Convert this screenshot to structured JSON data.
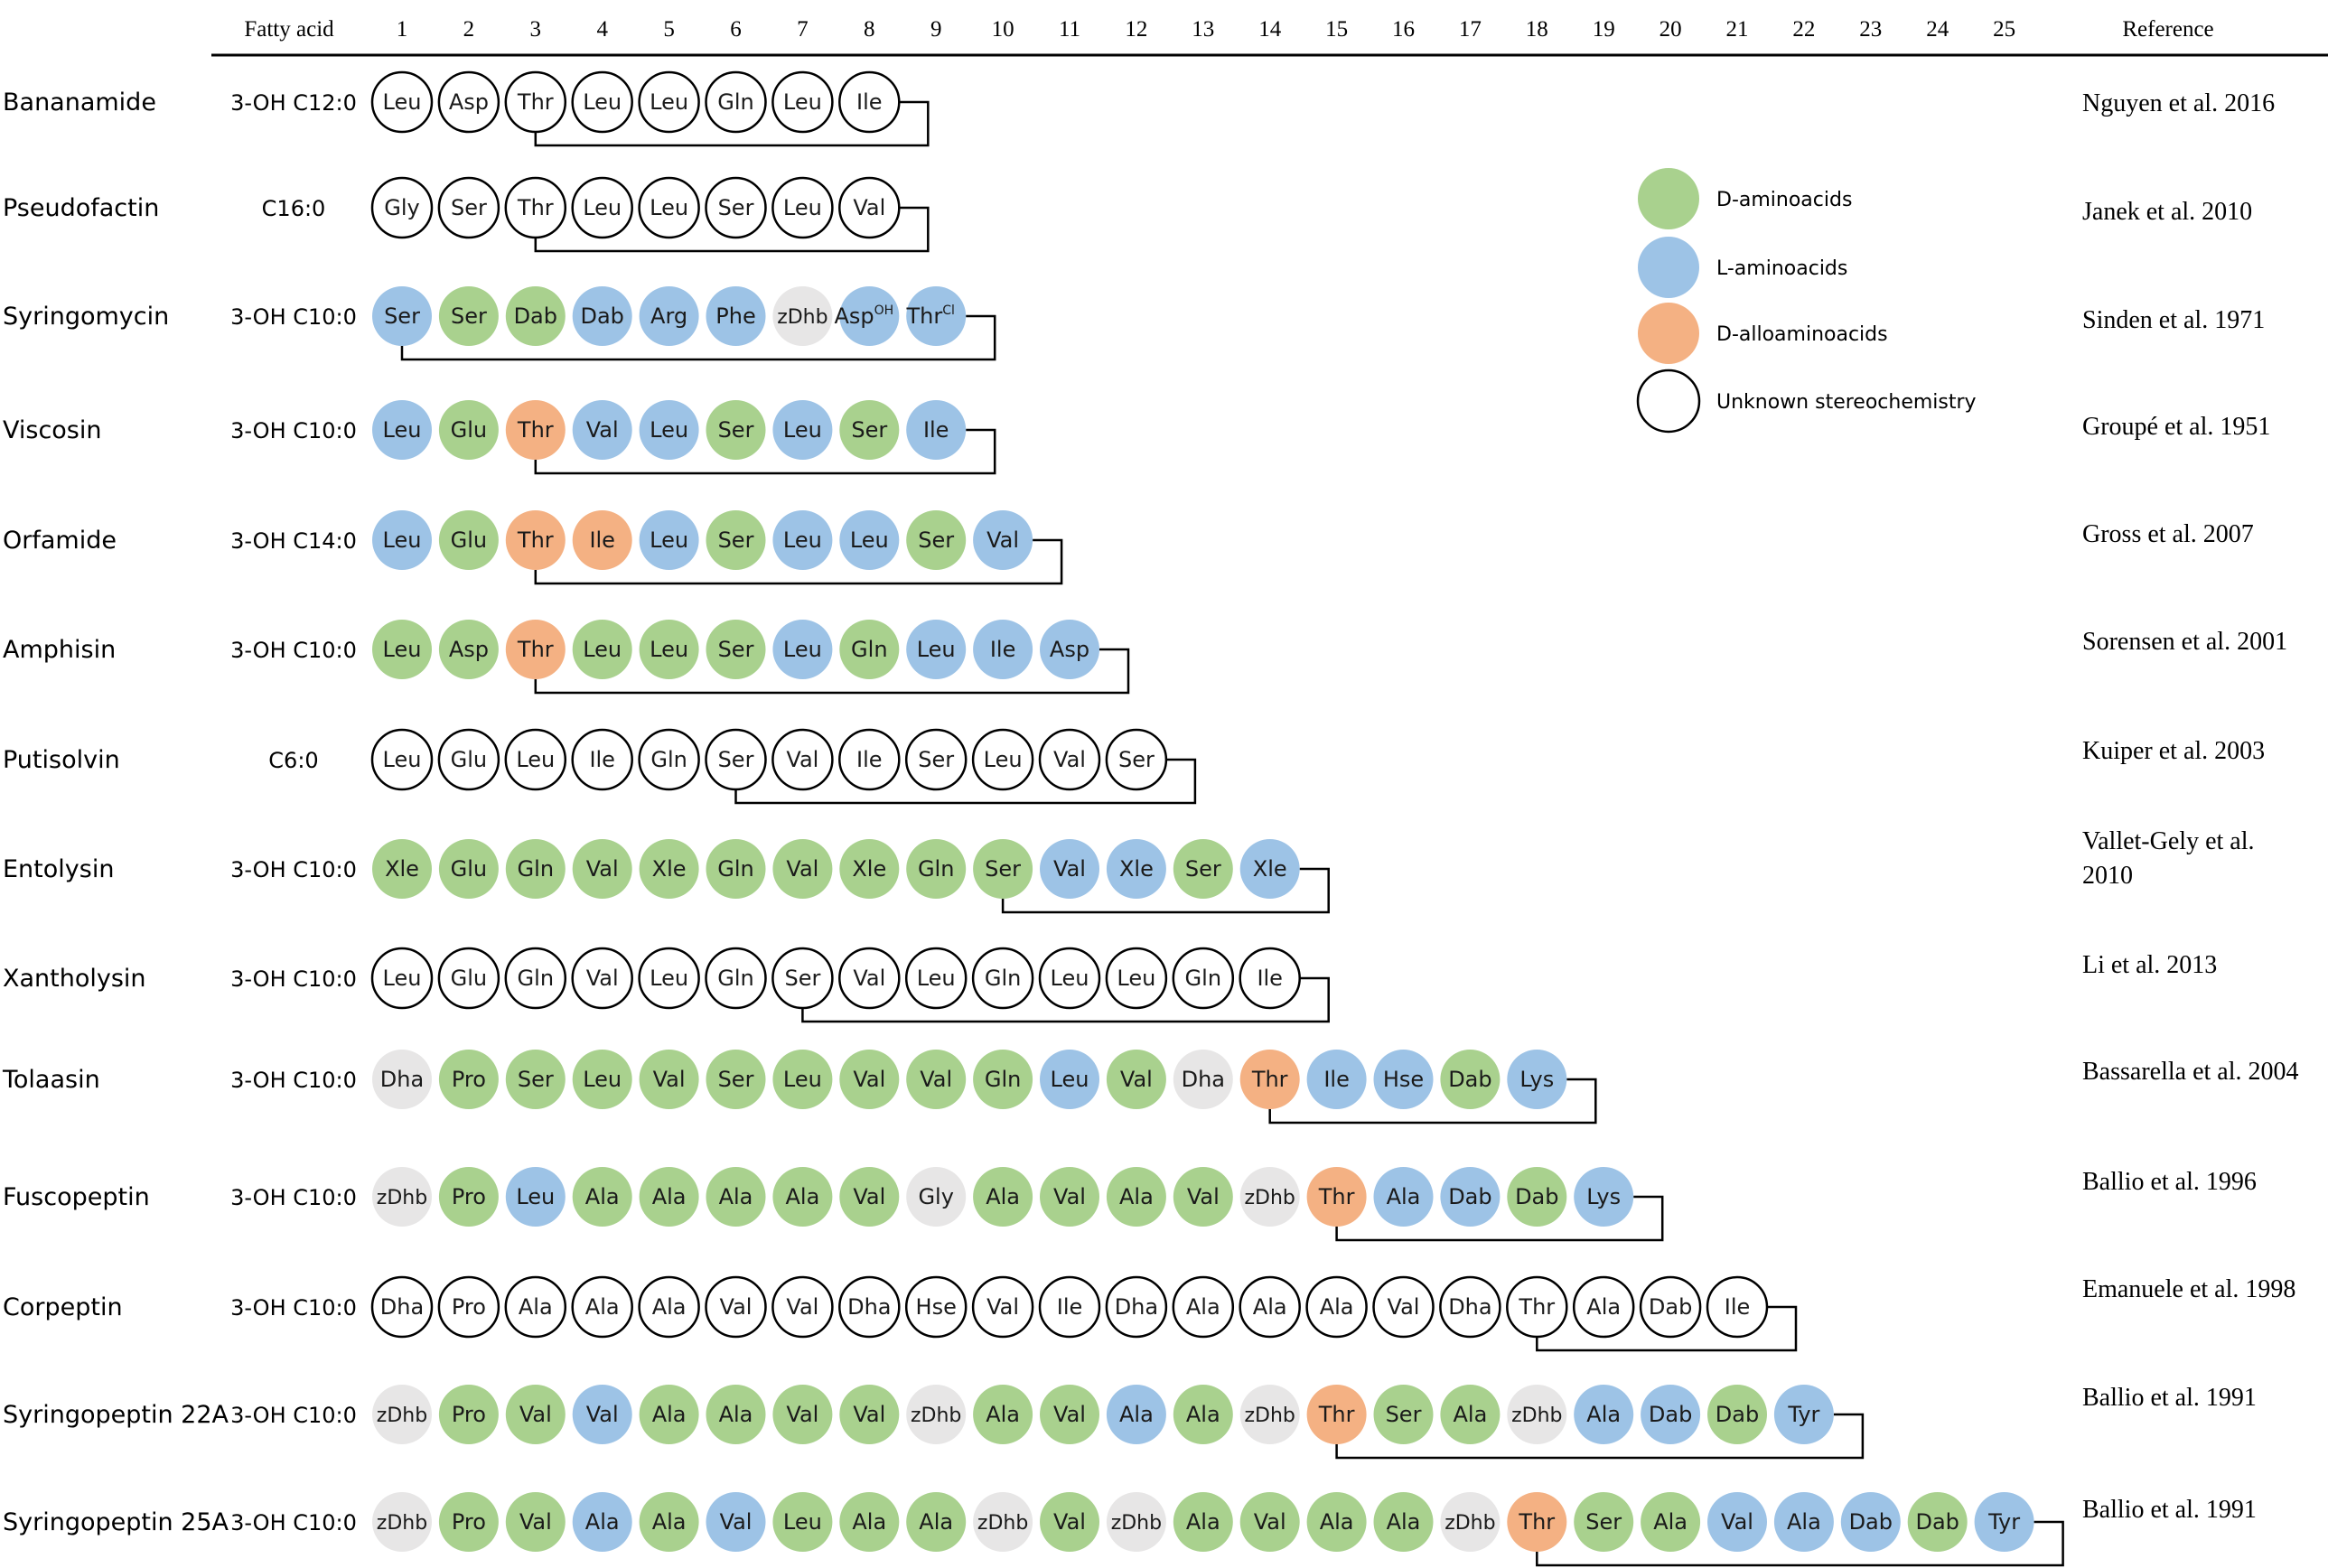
{
  "header": {
    "fatty_acid_label": "Fatty acid",
    "positions": [
      "1",
      "2",
      "3",
      "4",
      "5",
      "6",
      "7",
      "8",
      "9",
      "10",
      "11",
      "12",
      "13",
      "14",
      "15",
      "16",
      "17",
      "18",
      "19",
      "20",
      "21",
      "22",
      "23",
      "24",
      "25"
    ],
    "reference_label": "Reference"
  },
  "colors": {
    "D": "#a9d18e",
    "L": "#9dc3e6",
    "A": "#f4b183",
    "X": "#e7e6e6",
    "U": "#ffffff"
  },
  "legend": [
    {
      "key": "D",
      "label": "D-aminoacids"
    },
    {
      "key": "L",
      "label": "L-aminoacids"
    },
    {
      "key": "A",
      "label": "D-alloaminoacids"
    },
    {
      "key": "U",
      "label": "Unknown stereochemistry"
    }
  ],
  "rows": [
    {
      "name": "Bananamide",
      "fatty_acid": "3-OH C12:0",
      "reference": [
        "Nguyen et al. 2016"
      ],
      "ring_start": 3,
      "residues": [
        [
          "Leu",
          "U"
        ],
        [
          "Asp",
          "U"
        ],
        [
          "Thr",
          "U"
        ],
        [
          "Leu",
          "U"
        ],
        [
          "Leu",
          "U"
        ],
        [
          "Gln",
          "U"
        ],
        [
          "Leu",
          "U"
        ],
        [
          "Ile",
          "U"
        ]
      ]
    },
    {
      "name": "Pseudofactin",
      "fatty_acid": "C16:0",
      "reference": [
        "Janek et al. 2010"
      ],
      "ring_start": 3,
      "residues": [
        [
          "Gly",
          "U"
        ],
        [
          "Ser",
          "U"
        ],
        [
          "Thr",
          "U"
        ],
        [
          "Leu",
          "U"
        ],
        [
          "Leu",
          "U"
        ],
        [
          "Ser",
          "U"
        ],
        [
          "Leu",
          "U"
        ],
        [
          "Val",
          "U"
        ]
      ]
    },
    {
      "name": "Syringomycin",
      "fatty_acid": "3-OH C10:0",
      "reference": [
        "Sinden et al. 1971"
      ],
      "ring_start": 1,
      "residues": [
        [
          "Ser",
          "L"
        ],
        [
          "Ser",
          "D"
        ],
        [
          "Dab",
          "D"
        ],
        [
          "Dab",
          "L"
        ],
        [
          "Arg",
          "L"
        ],
        [
          "Phe",
          "L"
        ],
        [
          "zDhb",
          "X"
        ],
        [
          "Asp",
          "L",
          "OH"
        ],
        [
          "Thr",
          "L",
          "Cl"
        ]
      ]
    },
    {
      "name": "Viscosin",
      "fatty_acid": "3-OH C10:0",
      "reference": [
        "Groupé  et al. 1951"
      ],
      "ring_start": 3,
      "residues": [
        [
          "Leu",
          "L"
        ],
        [
          "Glu",
          "D"
        ],
        [
          "Thr",
          "A"
        ],
        [
          "Val",
          "L"
        ],
        [
          "Leu",
          "L"
        ],
        [
          "Ser",
          "D"
        ],
        [
          "Leu",
          "L"
        ],
        [
          "Ser",
          "D"
        ],
        [
          "Ile",
          "L"
        ]
      ]
    },
    {
      "name": "Orfamide",
      "fatty_acid": "3-OH C14:0",
      "reference": [
        "Gross et al. 2007"
      ],
      "ring_start": 3,
      "residues": [
        [
          "Leu",
          "L"
        ],
        [
          "Glu",
          "D"
        ],
        [
          "Thr",
          "A"
        ],
        [
          "Ile",
          "A"
        ],
        [
          "Leu",
          "L"
        ],
        [
          "Ser",
          "D"
        ],
        [
          "Leu",
          "L"
        ],
        [
          "Leu",
          "L"
        ],
        [
          "Ser",
          "D"
        ],
        [
          "Val",
          "L"
        ]
      ]
    },
    {
      "name": "Amphisin",
      "fatty_acid": "3-OH C10:0",
      "reference": [
        "Sorensen et al. 2001"
      ],
      "ring_start": 3,
      "residues": [
        [
          "Leu",
          "D"
        ],
        [
          "Asp",
          "D"
        ],
        [
          "Thr",
          "A"
        ],
        [
          "Leu",
          "D"
        ],
        [
          "Leu",
          "D"
        ],
        [
          "Ser",
          "D"
        ],
        [
          "Leu",
          "L"
        ],
        [
          "Gln",
          "D"
        ],
        [
          "Leu",
          "L"
        ],
        [
          "Ile",
          "L"
        ],
        [
          "Asp",
          "L"
        ]
      ]
    },
    {
      "name": "Putisolvin",
      "fatty_acid": "C6:0",
      "reference": [
        "Kuiper et al. 2003"
      ],
      "ring_start": 6,
      "residues": [
        [
          "Leu",
          "U"
        ],
        [
          "Glu",
          "U"
        ],
        [
          "Leu",
          "U"
        ],
        [
          "Ile",
          "U"
        ],
        [
          "Gln",
          "U"
        ],
        [
          "Ser",
          "U"
        ],
        [
          "Val",
          "U"
        ],
        [
          "Ile",
          "U"
        ],
        [
          "Ser",
          "U"
        ],
        [
          "Leu",
          "U"
        ],
        [
          "Val",
          "U"
        ],
        [
          "Ser",
          "U"
        ]
      ]
    },
    {
      "name": "Entolysin",
      "fatty_acid": "3-OH C10:0",
      "reference": [
        "Vallet-Gely  et al.",
        "2010"
      ],
      "ring_start": 10,
      "residues": [
        [
          "Xle",
          "D"
        ],
        [
          "Glu",
          "D"
        ],
        [
          "Gln",
          "D"
        ],
        [
          "Val",
          "D"
        ],
        [
          "Xle",
          "D"
        ],
        [
          "Gln",
          "D"
        ],
        [
          "Val",
          "D"
        ],
        [
          "Xle",
          "D"
        ],
        [
          "Gln",
          "D"
        ],
        [
          "Ser",
          "D"
        ],
        [
          "Val",
          "L"
        ],
        [
          "Xle",
          "L"
        ],
        [
          "Ser",
          "D"
        ],
        [
          "Xle",
          "L"
        ]
      ]
    },
    {
      "name": "Xantholysin",
      "fatty_acid": "3-OH C10:0",
      "reference": [
        "Li et al. 2013"
      ],
      "ring_start": 7,
      "residues": [
        [
          "Leu",
          "U"
        ],
        [
          "Glu",
          "U"
        ],
        [
          "Gln",
          "U"
        ],
        [
          "Val",
          "U"
        ],
        [
          "Leu",
          "U"
        ],
        [
          "Gln",
          "U"
        ],
        [
          "Ser",
          "U"
        ],
        [
          "Val",
          "U"
        ],
        [
          "Leu",
          "U"
        ],
        [
          "Gln",
          "U"
        ],
        [
          "Leu",
          "U"
        ],
        [
          "Leu",
          "U"
        ],
        [
          "Gln",
          "U"
        ],
        [
          "Ile",
          "U"
        ]
      ]
    },
    {
      "name": "Tolaasin",
      "fatty_acid": "3-OH C10:0",
      "reference": [
        "Bassarella et al. 2004"
      ],
      "ring_start": 14,
      "residues": [
        [
          "Dha",
          "X"
        ],
        [
          "Pro",
          "D"
        ],
        [
          "Ser",
          "D"
        ],
        [
          "Leu",
          "D"
        ],
        [
          "Val",
          "D"
        ],
        [
          "Ser",
          "D"
        ],
        [
          "Leu",
          "D"
        ],
        [
          "Val",
          "D"
        ],
        [
          "Val",
          "D"
        ],
        [
          "Gln",
          "D"
        ],
        [
          "Leu",
          "L"
        ],
        [
          "Val",
          "D"
        ],
        [
          "Dha",
          "X"
        ],
        [
          "Thr",
          "A"
        ],
        [
          "Ile",
          "L"
        ],
        [
          "Hse",
          "L"
        ],
        [
          "Dab",
          "D"
        ],
        [
          "Lys",
          "L"
        ]
      ]
    },
    {
      "name": "Fuscopeptin",
      "fatty_acid": "3-OH C10:0",
      "reference": [
        "Ballio  et al. 1996"
      ],
      "ring_start": 15,
      "residues": [
        [
          "zDhb",
          "X"
        ],
        [
          "Pro",
          "D"
        ],
        [
          "Leu",
          "L"
        ],
        [
          "Ala",
          "D"
        ],
        [
          "Ala",
          "D"
        ],
        [
          "Ala",
          "D"
        ],
        [
          "Ala",
          "D"
        ],
        [
          "Val",
          "D"
        ],
        [
          "Gly",
          "X"
        ],
        [
          "Ala",
          "D"
        ],
        [
          "Val",
          "D"
        ],
        [
          "Ala",
          "D"
        ],
        [
          "Val",
          "D"
        ],
        [
          "zDhb",
          "X"
        ],
        [
          "Thr",
          "A"
        ],
        [
          "Ala",
          "L"
        ],
        [
          "Dab",
          "L"
        ],
        [
          "Dab",
          "D"
        ],
        [
          "Lys",
          "L"
        ]
      ]
    },
    {
      "name": "Corpeptin",
      "fatty_acid": "3-OH C10:0",
      "reference": [
        "Emanuele et al. 1998"
      ],
      "ring_start": 18,
      "residues": [
        [
          "Dha",
          "U"
        ],
        [
          "Pro",
          "U"
        ],
        [
          "Ala",
          "U"
        ],
        [
          "Ala",
          "U"
        ],
        [
          "Ala",
          "U"
        ],
        [
          "Val",
          "U"
        ],
        [
          "Val",
          "U"
        ],
        [
          "Dha",
          "U"
        ],
        [
          "Hse",
          "U"
        ],
        [
          "Val",
          "U"
        ],
        [
          "Ile",
          "U"
        ],
        [
          "Dha",
          "U"
        ],
        [
          "Ala",
          "U"
        ],
        [
          "Ala",
          "U"
        ],
        [
          "Ala",
          "U"
        ],
        [
          "Val",
          "U"
        ],
        [
          "Dha",
          "U"
        ],
        [
          "Thr",
          "U"
        ],
        [
          "Ala",
          "U"
        ],
        [
          "Dab",
          "U"
        ],
        [
          "Ile",
          "U"
        ]
      ]
    },
    {
      "name": "Syringopeptin  22A",
      "fatty_acid": "3-OH C10:0",
      "reference": [
        "Ballio  et al. 1991"
      ],
      "ring_start": 15,
      "residues": [
        [
          "zDhb",
          "X"
        ],
        [
          "Pro",
          "D"
        ],
        [
          "Val",
          "D"
        ],
        [
          "Val",
          "L"
        ],
        [
          "Ala",
          "D"
        ],
        [
          "Ala",
          "D"
        ],
        [
          "Val",
          "D"
        ],
        [
          "Val",
          "D"
        ],
        [
          "zDhb",
          "X"
        ],
        [
          "Ala",
          "D"
        ],
        [
          "Val",
          "D"
        ],
        [
          "Ala",
          "L"
        ],
        [
          "Ala",
          "D"
        ],
        [
          "zDhb",
          "X"
        ],
        [
          "Thr",
          "A"
        ],
        [
          "Ser",
          "D"
        ],
        [
          "Ala",
          "D"
        ],
        [
          "zDhb",
          "X"
        ],
        [
          "Ala",
          "L"
        ],
        [
          "Dab",
          "L"
        ],
        [
          "Dab",
          "D"
        ],
        [
          "Tyr",
          "L"
        ]
      ]
    },
    {
      "name": "Syringopeptin  25A",
      "fatty_acid": "3-OH C10:0",
      "reference": [
        "Ballio  et al. 1991"
      ],
      "ring_start": 18,
      "residues": [
        [
          "zDhb",
          "X"
        ],
        [
          "Pro",
          "D"
        ],
        [
          "Val",
          "D"
        ],
        [
          "Ala",
          "L"
        ],
        [
          "Ala",
          "D"
        ],
        [
          "Val",
          "L"
        ],
        [
          "Leu",
          "D"
        ],
        [
          "Ala",
          "D"
        ],
        [
          "Ala",
          "D"
        ],
        [
          "zDhb",
          "X"
        ],
        [
          "Val",
          "D"
        ],
        [
          "zDhb",
          "X"
        ],
        [
          "Ala",
          "D"
        ],
        [
          "Val",
          "D"
        ],
        [
          "Ala",
          "D"
        ],
        [
          "Ala",
          "D"
        ],
        [
          "zDhb",
          "X"
        ],
        [
          "Thr",
          "A"
        ],
        [
          "Ser",
          "D"
        ],
        [
          "Ala",
          "D"
        ],
        [
          "Val",
          "L"
        ],
        [
          "Ala",
          "L"
        ],
        [
          "Dab",
          "L"
        ],
        [
          "Dab",
          "D"
        ],
        [
          "Tyr",
          "L"
        ]
      ]
    }
  ]
}
